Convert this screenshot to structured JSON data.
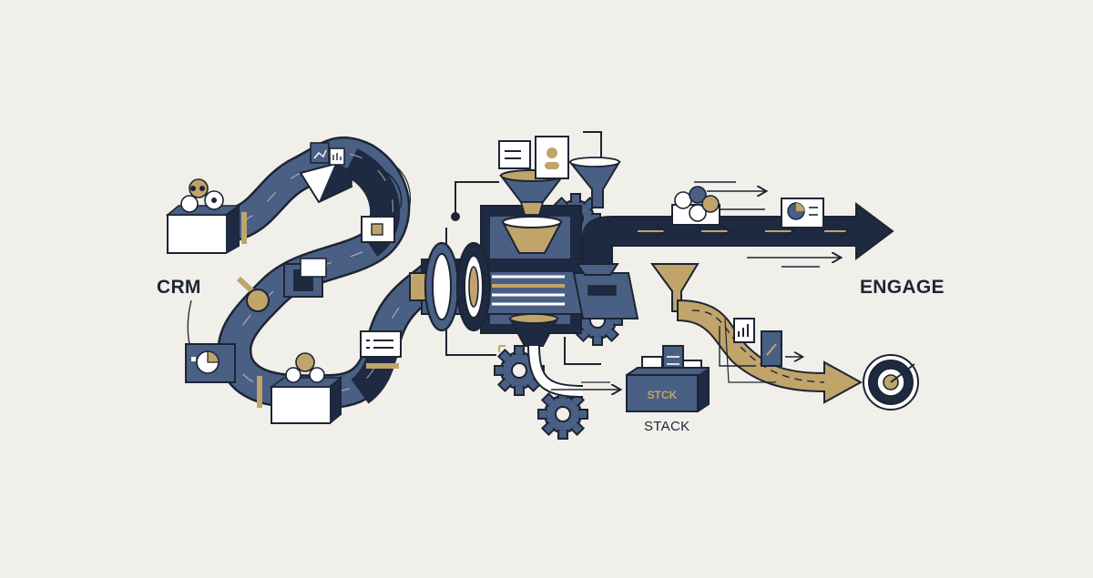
{
  "labels": {
    "left": "CRM",
    "right": "ENGAGE",
    "stack": "STACK",
    "stack_box": "STCK"
  },
  "colors": {
    "background": "#f1efea",
    "navy": "#1e2a42",
    "slate_blue": "#4a5f84",
    "gold": "#c0a46a",
    "white": "#ffffff",
    "line": "#1d2433"
  }
}
